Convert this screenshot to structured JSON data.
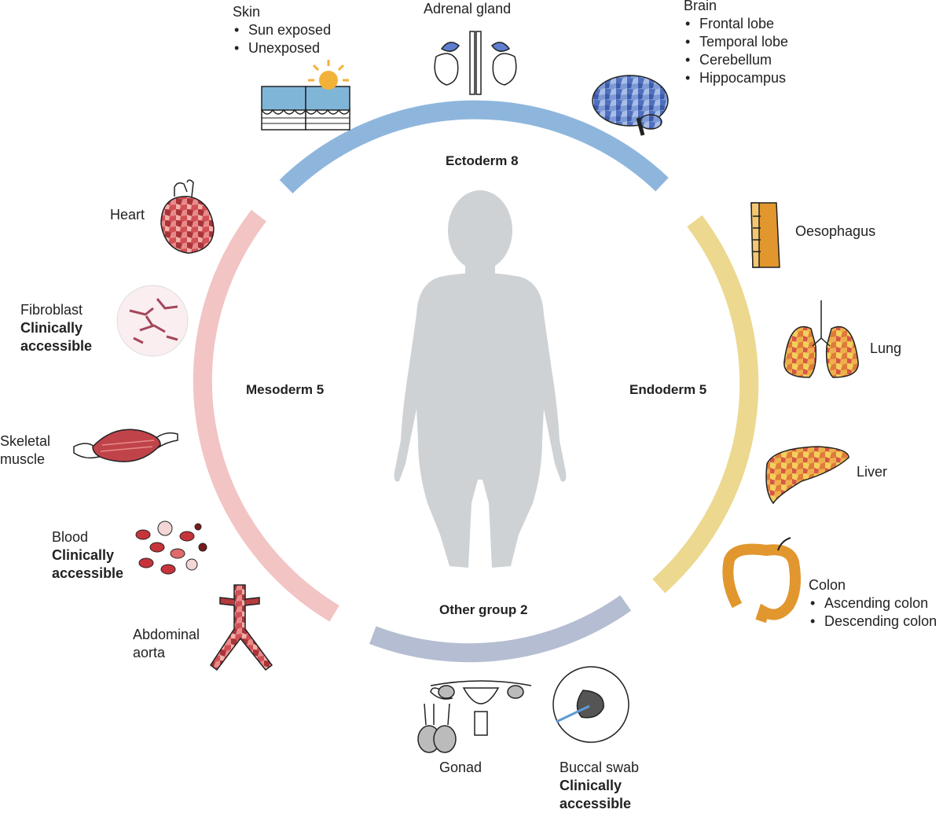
{
  "groups": {
    "ectoderm": {
      "label": "Ectoderm 8",
      "color": "#8eb6dd"
    },
    "endoderm": {
      "label": "Endoderm 5",
      "color": "#ecd88f"
    },
    "mesoderm": {
      "label": "Mesoderm 5",
      "color": "#f2c4c4"
    },
    "other": {
      "label": "Other group 2",
      "color": "#b5bdd2"
    }
  },
  "tissues": {
    "skin": {
      "name": "Skin",
      "subtypes": [
        "Sun exposed",
        "Unexposed"
      ]
    },
    "adrenal": {
      "name": "Adrenal gland"
    },
    "brain": {
      "name": "Brain",
      "subtypes": [
        "Frontal lobe",
        "Temporal lobe",
        "Cerebellum",
        "Hippocampus"
      ]
    },
    "oesophagus": {
      "name": "Oesophagus"
    },
    "lung": {
      "name": "Lung"
    },
    "liver": {
      "name": "Liver"
    },
    "colon": {
      "name": "Colon",
      "subtypes": [
        "Ascending colon",
        "Descending colon"
      ]
    },
    "gonad": {
      "name": "Gonad"
    },
    "buccal": {
      "name": "Buccal swab",
      "note": "Clinically accessible"
    },
    "heart": {
      "name": "Heart"
    },
    "fibroblast": {
      "name": "Fibroblast",
      "note": "Clinically accessible"
    },
    "muscle": {
      "name_line1": "Skeletal",
      "name_line2": "muscle"
    },
    "blood": {
      "name": "Blood",
      "note": "Clinically accessible"
    },
    "aorta": {
      "name_line1": "Abdominal",
      "name_line2": "aorta"
    }
  },
  "colors": {
    "body": "#cfd2d4",
    "brain": "#6f8fcf",
    "heart": "#c8434a",
    "liver": "#e9a53c",
    "lung": "#e8a04a",
    "oesophagus": "#e1972e",
    "blood": "#c7333a",
    "aorta": "#b73a3f"
  }
}
